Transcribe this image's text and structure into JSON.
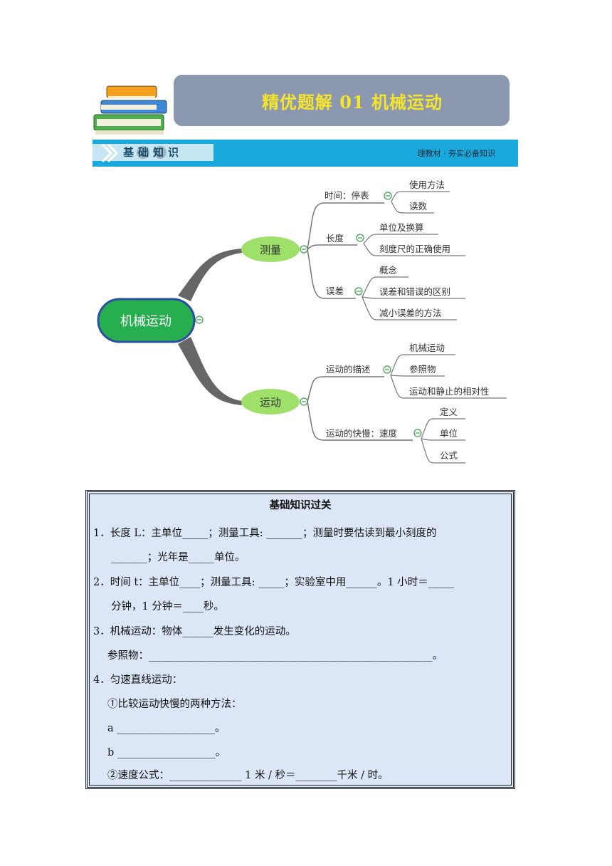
{
  "header": {
    "title": "精优题解  01 机械运动"
  },
  "section": {
    "title": "基础知识",
    "right_text": "理教材 · 夯实必备知识"
  },
  "mindmap": {
    "root": "机械运动",
    "branches": [
      {
        "label": "测量",
        "children": [
          {
            "label": "时间：停表",
            "leaves": [
              "使用方法",
              "读数"
            ]
          },
          {
            "label": "长度",
            "leaves": [
              "单位及换算",
              "刻度尺的正确使用"
            ]
          },
          {
            "label": "误差",
            "leaves": [
              "概念",
              "误差和错误的区别",
              "减小误差的方法"
            ]
          }
        ]
      },
      {
        "label": "运动",
        "children": [
          {
            "label": "运动的描述",
            "leaves": [
              "机械运动",
              "参照物",
              "运动和静止的相对性"
            ]
          },
          {
            "label": "运动的快慢：速度",
            "leaves": [
              "定义",
              "单位",
              "公式"
            ]
          }
        ]
      }
    ]
  },
  "quiz": {
    "title": "基础知识过关",
    "lines": [
      "1．长度 L：主单位_____；测量工具: _______；测量时要估读到最小刻度的",
      "_______；光年是_____单位。",
      "2．时间 t：主单位____；测量工具: _____；实验室中用______。1 小时＝_____",
      "分钟，1 分钟＝____秒。",
      "3．机械运动：物体______发生变化的运动。",
      "参照物：_______________________________________________________。",
      "4．匀速直线运动：",
      "①比较运动快慢的两种方法：",
      "a ___________________。",
      "b ___________________。",
      "②速度公式：______________    1 米 / 秒＝________千米 / 时。"
    ]
  }
}
